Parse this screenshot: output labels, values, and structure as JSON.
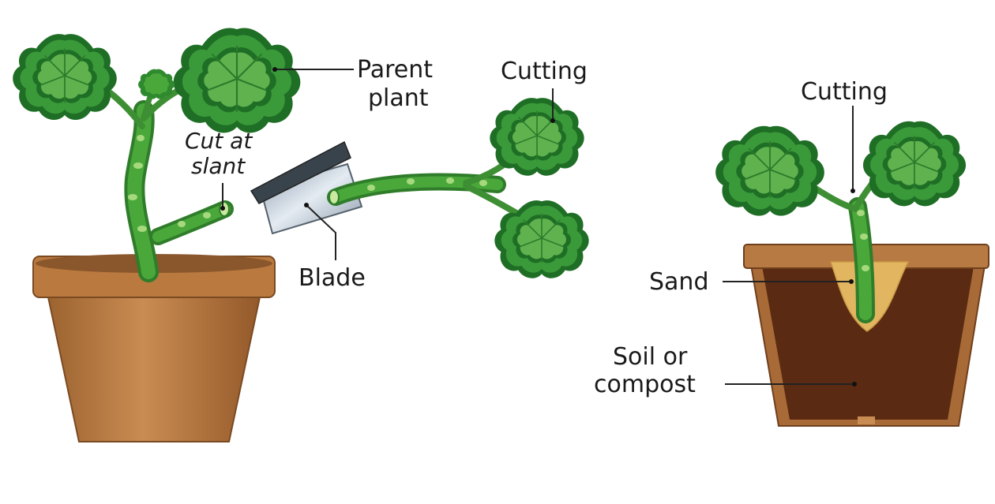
{
  "labels": {
    "parent_plant_line1": "Parent",
    "parent_plant_line2": "plant",
    "cut_line1": "Cut at",
    "cut_line2": "slant",
    "blade": "Blade",
    "cutting_top": "Cutting",
    "cutting_right": "Cutting",
    "sand": "Sand",
    "soil_line1": "Soil or",
    "soil_line2": "compost"
  },
  "colors": {
    "leaf": "#3a9a3a",
    "leaf_dark": "#1f6e25",
    "leaf_light": "#7cc46a",
    "stem": "#3f9a34",
    "stem_node": "#9fd27a",
    "pot": "#b77a43",
    "pot_dark": "#8a562b",
    "soil": "#5a2a12",
    "sand": "#e2b560",
    "blade": "#b9c6d2",
    "blade_edge": "#4a5560"
  }
}
